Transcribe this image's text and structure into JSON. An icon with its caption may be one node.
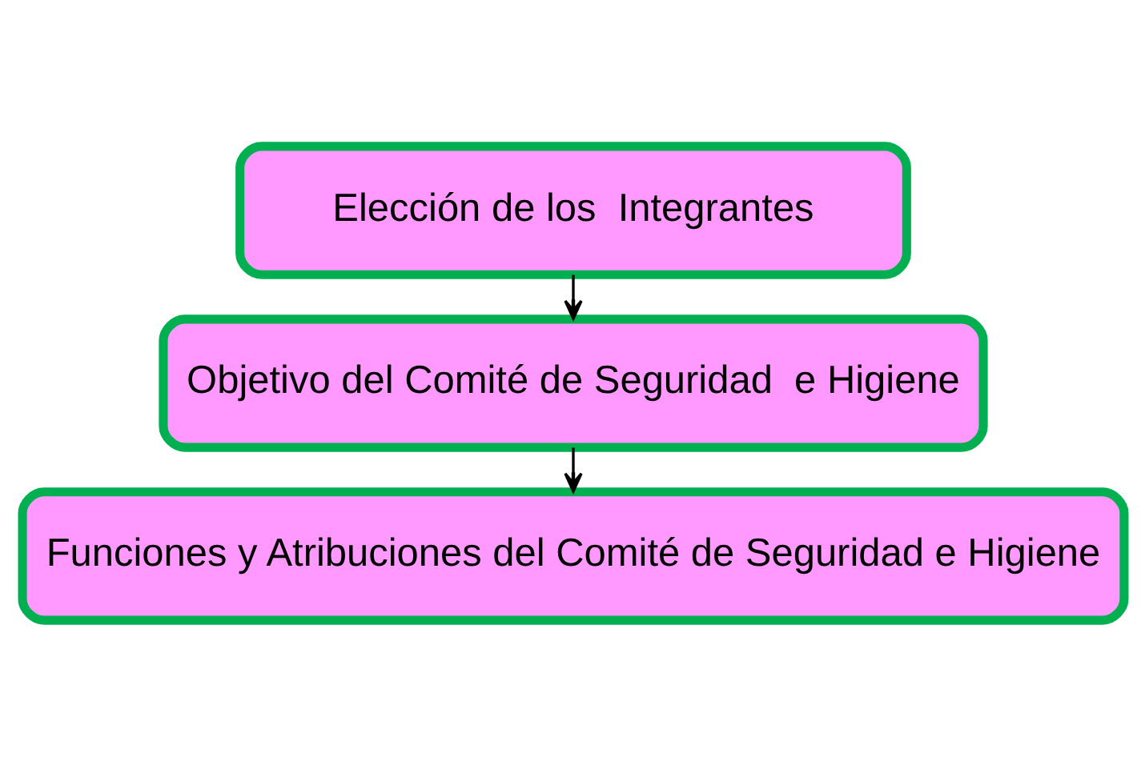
{
  "diagram": {
    "nodes": [
      {
        "text": [
          "Elección de los  Integrantes"
        ]
      },
      {
        "text": [
          "Objetivo del Comité de Seguridad  e Higiene"
        ]
      },
      {
        "text": [
          "Funciones y Atribuciones del Comité de Seguridad e Higiene"
        ]
      }
    ],
    "edges": [
      {
        "from": 0,
        "to": 1,
        "arrow": "to"
      },
      {
        "from": 1,
        "to": 2,
        "arrow": "to"
      }
    ]
  }
}
